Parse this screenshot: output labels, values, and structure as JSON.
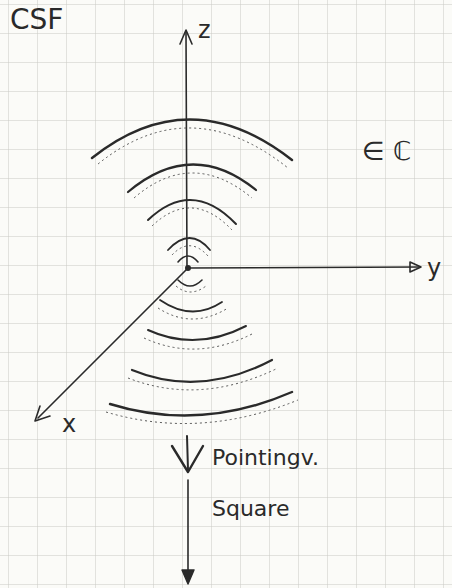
{
  "diagram": {
    "labels": [
      "CSF",
      "z",
      "∈ ℂ",
      "y",
      "x",
      "Pointingv.",
      "Square"
    ]
  }
}
